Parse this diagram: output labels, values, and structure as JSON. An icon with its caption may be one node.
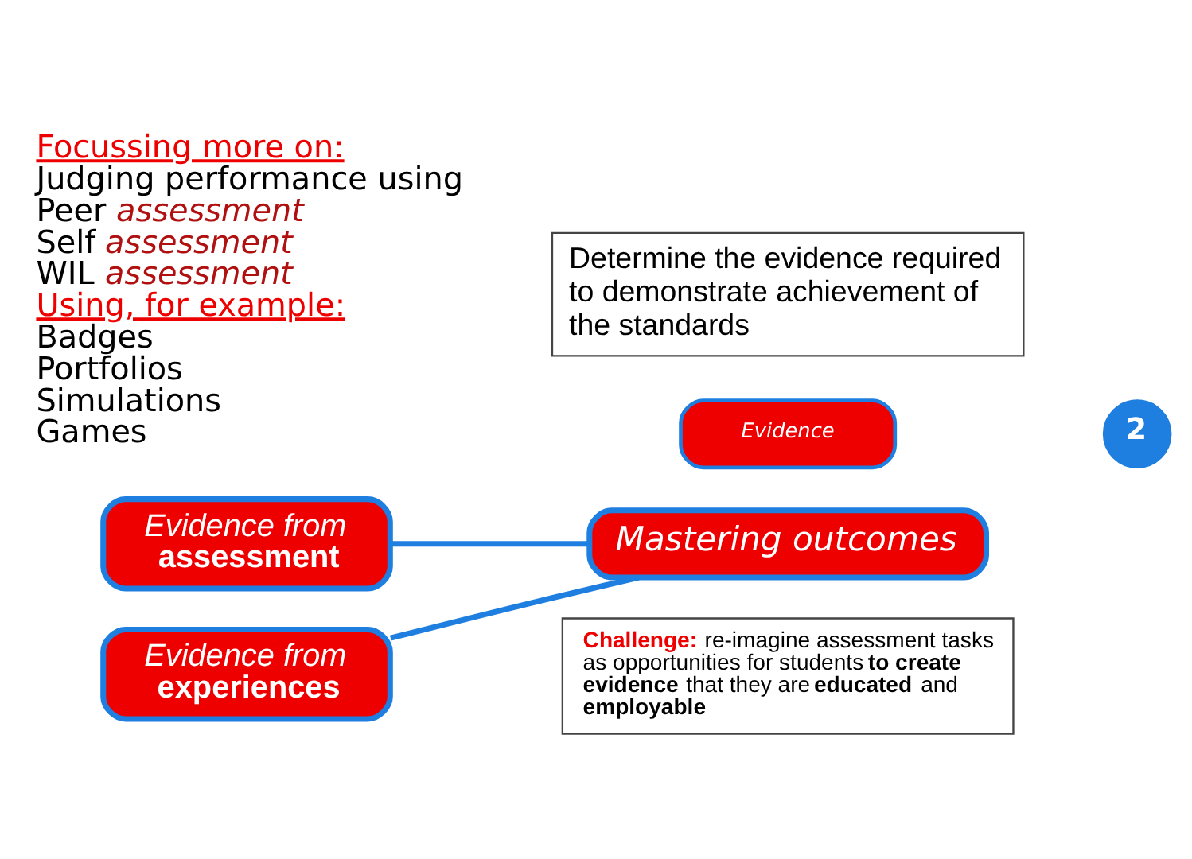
{
  "diagram": {
    "nodes": [
      {
        "text": [
          "Evidence"
        ]
      },
      {
        "text": [
          "2"
        ]
      },
      {
        "text": [
          "Mastering outcomes"
        ]
      },
      {
        "text": [
          "*Evidence from* **assessment**"
        ]
      },
      {
        "text": [
          "*Evidence from* **experiences**"
        ]
      },
      {
        "text": [
          "**Challenge:** re-imagine assessment tasks as opportunities for students **to create evidence** that they are **educated** and **employable**"
        ]
      },
      {
        "text": [
          "Determine the evidence required to demonstrate achievement of the standards"
        ]
      }
    ],
    "edges": [
      {
        "from": 3,
        "to": 2,
        "arrow": "none"
      },
      {
        "from": 4,
        "to": 2,
        "arrow": "none"
      }
    ],
    "labels": [
      "Focussing more on:",
      "Judging performance using",
      "Peer *assessment*",
      "Self *assessment*",
      "WIL *assessment*",
      "Using, for example:",
      "Badges",
      "Portfolios",
      "Simulations",
      "Games"
    ]
  }
}
